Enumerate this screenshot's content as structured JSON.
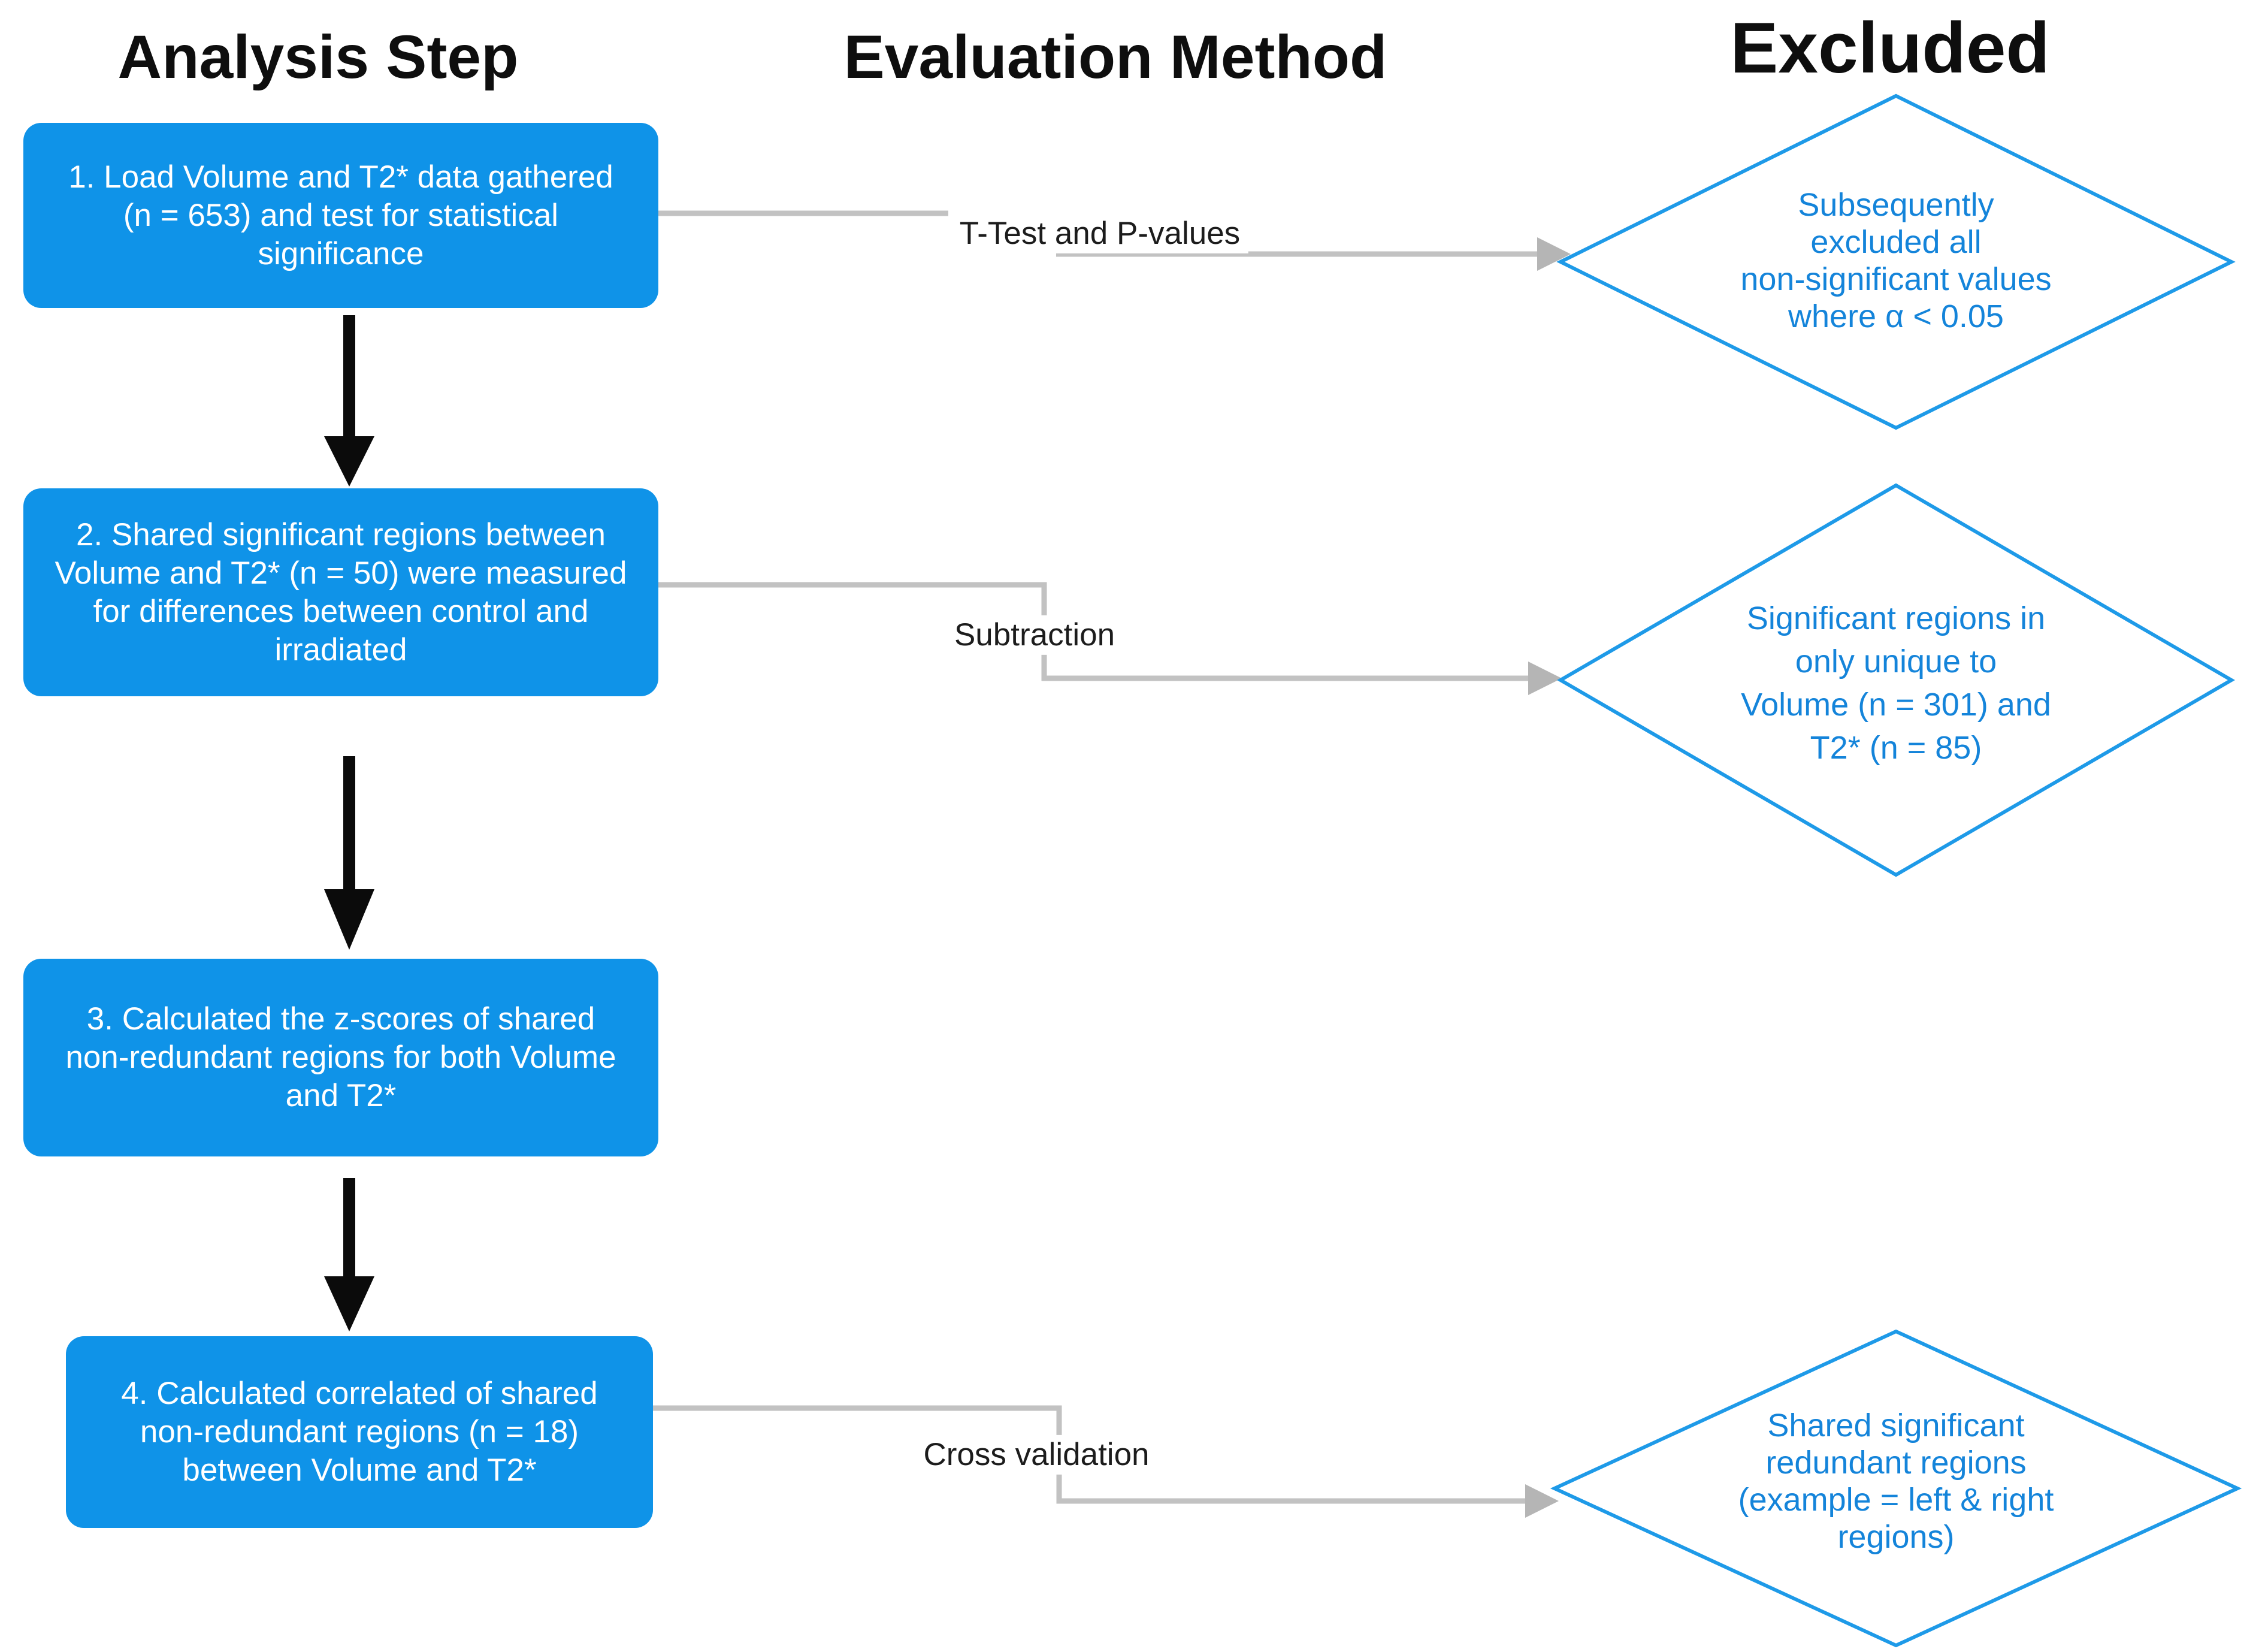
{
  "columns": {
    "analysis_header": "Analysis Step",
    "evaluation_header": "Evaluation Method",
    "excluded_header": "Excluded"
  },
  "steps": [
    {
      "text": "1. Load Volume and T2* data gathered\n(n = 653) and test for statistical\nsignificance"
    },
    {
      "text": "2. Shared significant regions between\nVolume and T2* (n = 50) were measured\nfor differences between control and\nirradiated"
    },
    {
      "text": "3. Calculated the z-scores of shared\nnon-redundant regions for both Volume\nand T2*"
    },
    {
      "text": "4. Calculated correlated of shared\nnon-redundant regions (n = 18)\nbetween Volume and T2*"
    }
  ],
  "methods": [
    {
      "label": "T-Test and P-values"
    },
    {
      "label": "Subtraction"
    },
    {
      "label": "Cross validation"
    }
  ],
  "exclusions": [
    {
      "text": "Subsequently\nexcluded all\nnon-significant values\nwhere α < 0.05"
    },
    {
      "text": "Significant regions in\nonly unique to\nVolume (n = 301) and\nT2* (n = 85)"
    },
    {
      "text": "Shared significant\nredundant regions\n(example = left & right\nregions)"
    }
  ],
  "colors": {
    "step_box_fill": "#0f93e8",
    "step_box_text": "#ffffff",
    "diamond_stroke": "#1e9ae8",
    "diamond_text": "#1484da",
    "connector_line": "#c2c2c2",
    "connector_arrow": "#b5b5b5",
    "flow_arrow": "#0b0b0b",
    "header_text": "#0e0e0e",
    "method_text": "#1c1c1c"
  }
}
